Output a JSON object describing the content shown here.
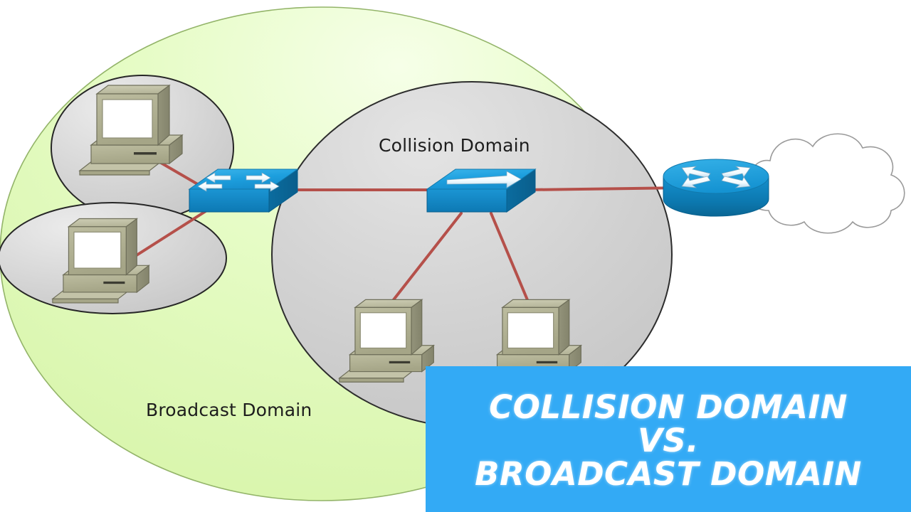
{
  "diagram": {
    "type": "network-topology",
    "title_banner": {
      "background_color": "#33aaf5",
      "text_color": "#ffffff",
      "line1": "COLLISION DOMAIN",
      "line2": "VS.",
      "line3": "BROADCAST DOMAIN"
    },
    "labels": {
      "collision_domain": "Collision Domain",
      "broadcast_domain": "Broadcast Domain"
    },
    "colors": {
      "broadcast_zone_fill": "#ddf7b4",
      "broadcast_zone_fill_light": "#f3ffe2",
      "broadcast_zone_stroke": "#8fae62",
      "collision_zone_fill": "#cccccc",
      "collision_zone_fill_light": "#e3e3e3",
      "collision_zone_stroke": "#2b2b2b",
      "host_zone_fill": "#d0d0d0",
      "host_zone_stroke": "#262626",
      "link_line": "#b5504a",
      "switch_top": "#29a8e0",
      "switch_side": "#0f7fb8",
      "router_body": "#0e86c4",
      "router_top": "#2ba6de",
      "pc_case": "#a9a98b",
      "pc_case_light": "#c3c3a8",
      "pc_screen": "#ffffff",
      "cloud_fill": "#ffffff",
      "cloud_stroke": "#9a9a9a"
    },
    "zones": [
      {
        "name": "broadcast-domain-zone",
        "shape": "ellipse",
        "label": "Broadcast Domain"
      },
      {
        "name": "collision-domain-zone",
        "shape": "ellipse",
        "label": "Collision Domain"
      },
      {
        "name": "host-zone-upper-left",
        "shape": "ellipse",
        "label": ""
      },
      {
        "name": "host-zone-lower-left",
        "shape": "ellipse",
        "label": ""
      }
    ],
    "devices": [
      {
        "id": "pc-upper-left",
        "type": "workstation",
        "icon": "pc-icon"
      },
      {
        "id": "pc-lower-left",
        "type": "workstation",
        "icon": "pc-icon"
      },
      {
        "id": "switch-left",
        "type": "switch",
        "icon": "switch-icon"
      },
      {
        "id": "hub-center",
        "type": "hub",
        "icon": "hub-icon"
      },
      {
        "id": "router-right",
        "type": "router",
        "icon": "router-icon"
      },
      {
        "id": "pc-collision-1",
        "type": "workstation",
        "icon": "pc-icon"
      },
      {
        "id": "pc-collision-2",
        "type": "workstation",
        "icon": "pc-icon"
      },
      {
        "id": "cloud-wan",
        "type": "cloud",
        "icon": "cloud-icon"
      }
    ],
    "links": [
      {
        "from": "pc-upper-left",
        "to": "switch-left"
      },
      {
        "from": "pc-lower-left",
        "to": "switch-left"
      },
      {
        "from": "switch-left",
        "to": "hub-center"
      },
      {
        "from": "hub-center",
        "to": "router-right"
      },
      {
        "from": "hub-center",
        "to": "pc-collision-1"
      },
      {
        "from": "hub-center",
        "to": "pc-collision-2"
      }
    ]
  }
}
